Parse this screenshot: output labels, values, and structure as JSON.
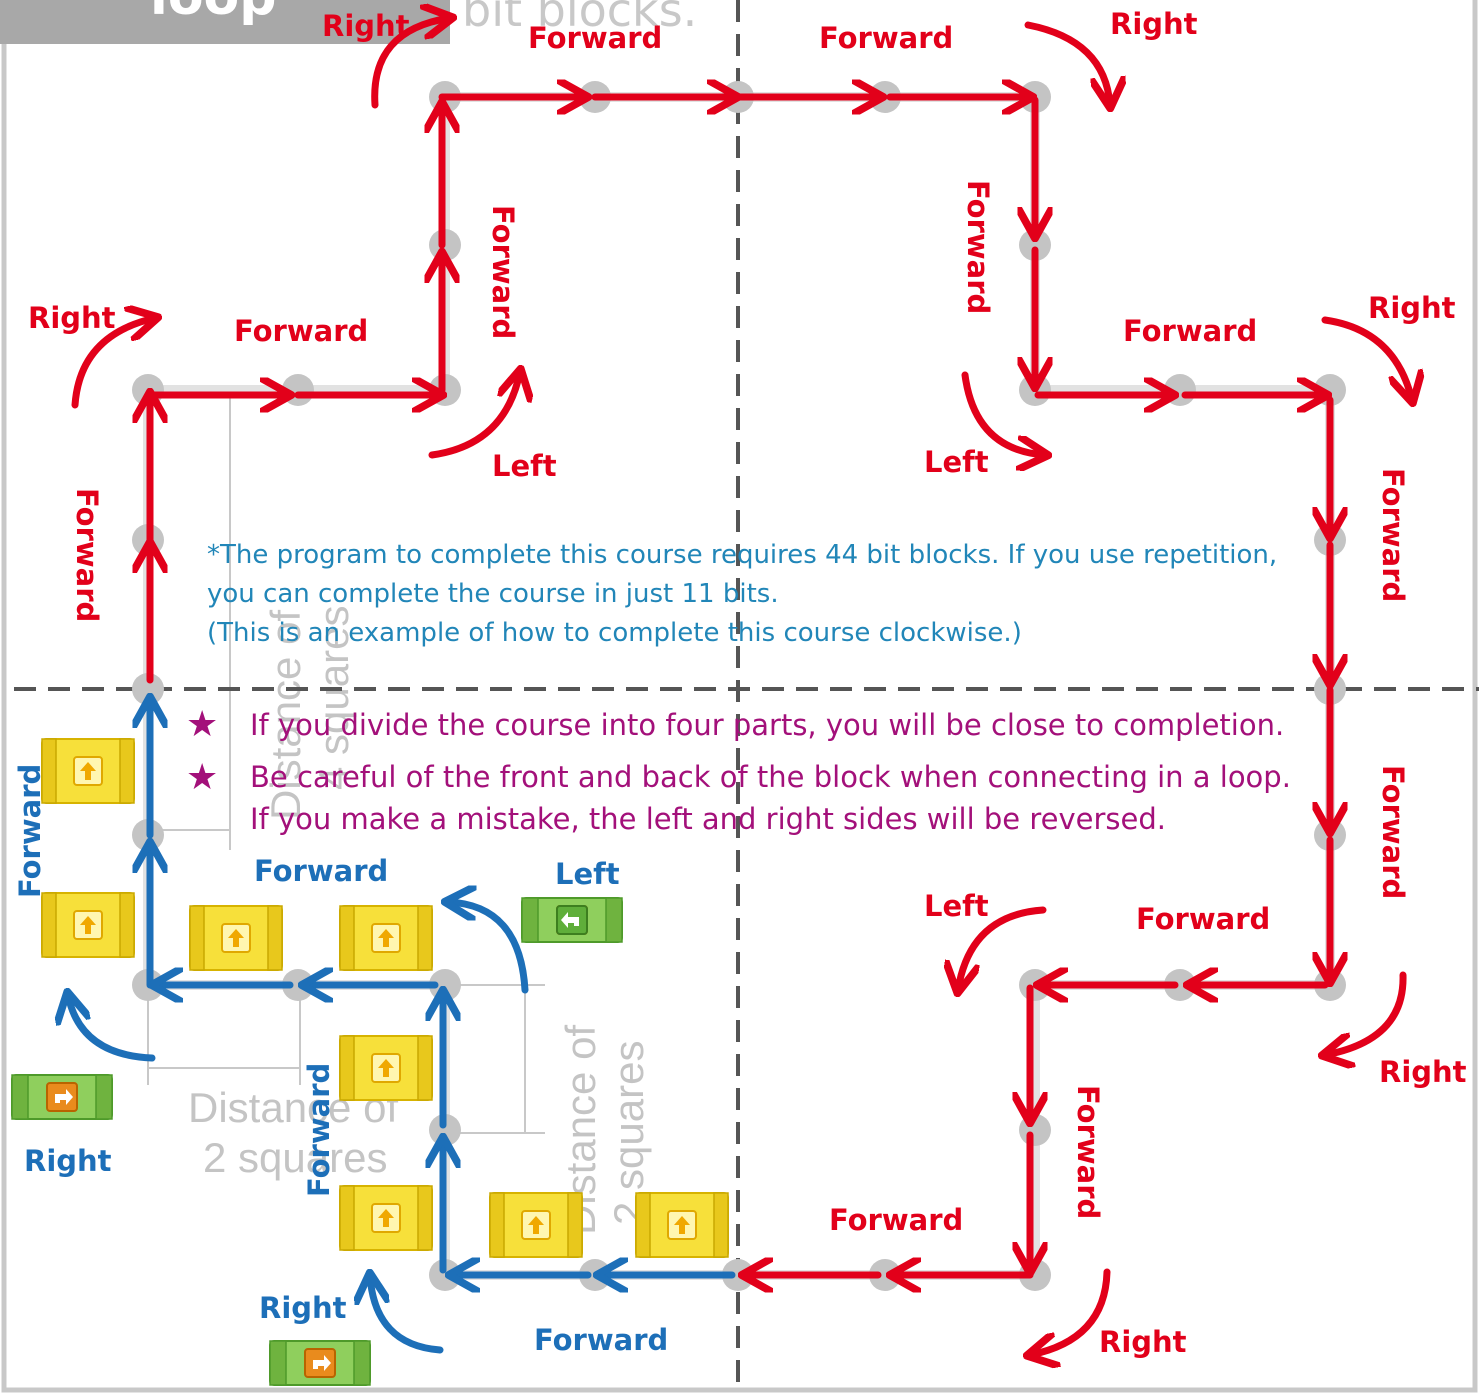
{
  "header": {
    "tab_label": "loop",
    "subtitle": "bit blocks."
  },
  "colors": {
    "red": "#e2001a",
    "blue": "#1d6fb8",
    "teal_note": "#2186b8",
    "magenta_note": "#a3107a",
    "gray": "#bdbdbd",
    "tab": "#a8a8a8"
  },
  "labels": {
    "forward": "Forward",
    "right": "Right",
    "left": "Left"
  },
  "distances": {
    "four_squares_line1": "Distance of",
    "four_squares_line2": "4 squares",
    "two_squares_h_line1": "Distance of",
    "two_squares_h_line2": "2 squares",
    "two_squares_v_line1": "Distance of",
    "two_squares_v_line2": "2 squares"
  },
  "note": {
    "line1": "*The program to complete this course requires 44 bit blocks. If you use repetition,",
    "line2": "you can complete the course in just 11 bits.",
    "line3": "(This is an example of how to complete this course clockwise.)"
  },
  "tips": {
    "tip1": "If you divide the course into four parts, you will be close to completion.",
    "tip2_line1": "Be careful of the front and back of the block when connecting in a loop.",
    "tip2_line2": "If you make a mistake, the left and right sides will be reversed."
  },
  "icons": {
    "star": "star-icon",
    "forward_block": "forward-block-icon",
    "turn_left_block": "turn-left-block-icon",
    "turn_right_block": "turn-right-block-icon"
  }
}
